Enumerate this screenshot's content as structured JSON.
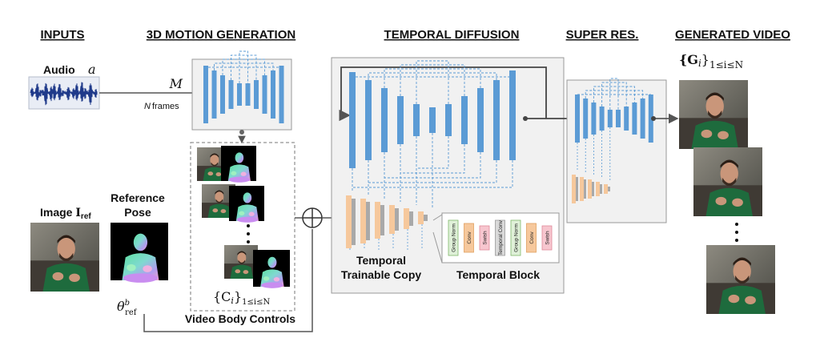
{
  "headers": {
    "inputs": "INPUTS",
    "motion": "3D MOTION GENERATION",
    "temporal": "TEMPORAL DIFFUSION",
    "superres": "SUPER RES.",
    "generated": "GENERATED VIDEO"
  },
  "inputs": {
    "audio_label": "Audio",
    "audio_symbol": "a",
    "image_label": "Image",
    "image_symbol": "I",
    "image_sub": "ref",
    "ref_pose_line1": "Reference",
    "ref_pose_line2": "Pose",
    "theta": "θ",
    "theta_sup": "b",
    "theta_sub": "ref"
  },
  "motion": {
    "m_symbol": "M",
    "n_symbol": "N",
    "frames": "frames"
  },
  "controls": {
    "math_open": "{C",
    "math_i": "i",
    "math_close": "}",
    "math_sub": "1≤i≤N",
    "label": "Video Body Controls"
  },
  "temporal": {
    "copy_line1": "Temporal",
    "copy_line2": "Trainable Copy",
    "block_label": "Temporal Block",
    "block_items": [
      "Group Norm",
      "Conv",
      "Swish",
      "Temporal Conv",
      "Group Norm",
      "Conv",
      "Swish"
    ]
  },
  "generated": {
    "math_open": "{G",
    "math_i": "i",
    "math_close": "}",
    "math_sub": "1≤i≤N"
  },
  "colors": {
    "unet_blue": "#5b9bd5",
    "copy_peach": "#f6c89c",
    "copy_gray": "#a9a9a9",
    "panel_gray": "#f1f1f1",
    "audio_wave": "#1f3a8a"
  },
  "icons": [
    "audio-waveform-icon",
    "sum-node-icon",
    "person-photo-icon",
    "body-pose-render-icon",
    "ellipsis-dots-icon"
  ]
}
